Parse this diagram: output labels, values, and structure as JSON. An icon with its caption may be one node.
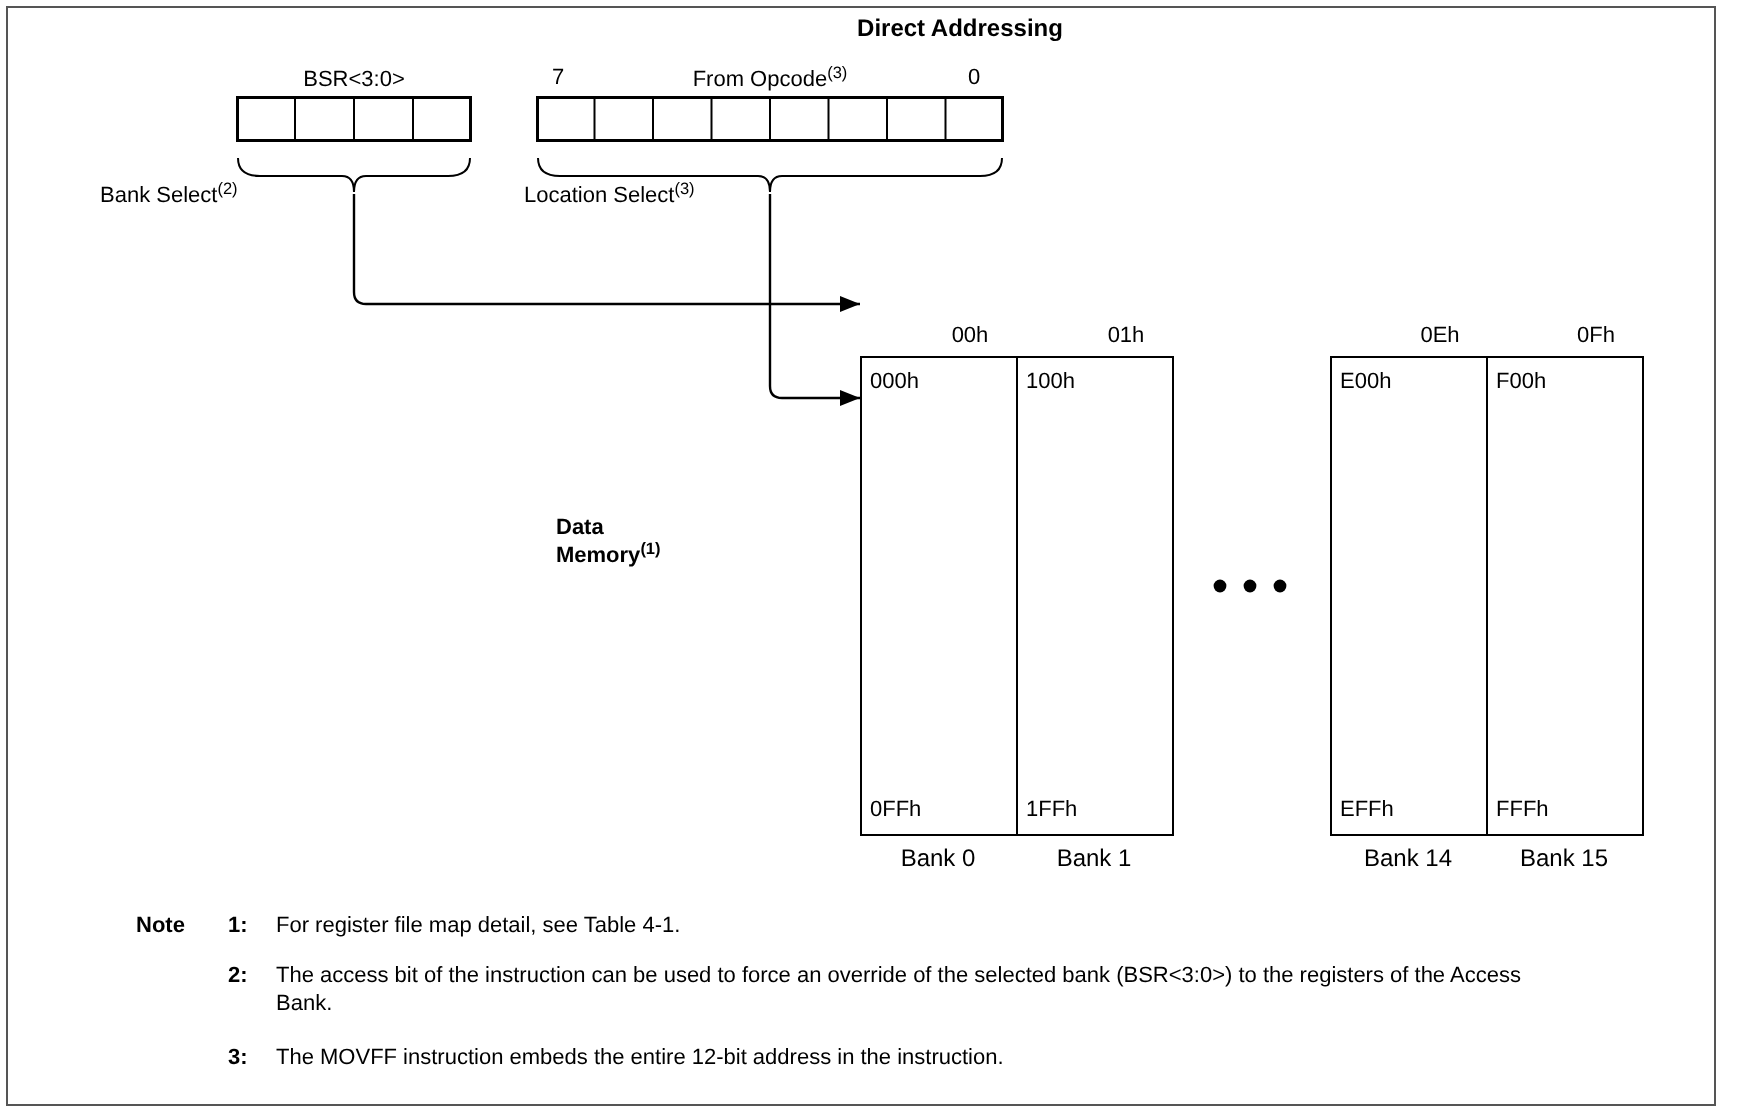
{
  "diagram": {
    "title": "Direct Addressing",
    "nodes": [
      {
        "text": [
          "BSR<3:0>"
        ],
        "beside": [
          "Bank Select$^{(2)}$"
        ]
      },
      {
        "text": [
          "From Opcode$^{(3)}$"
        ],
        "beside": [
          "Location Select$^{(3)}$"
        ]
      },
      {
        "text": [
          "000h",
          "0FFh"
        ],
        "beside": [
          "00h",
          "Bank 0"
        ]
      },
      {
        "text": [
          "100h",
          "1FFh"
        ],
        "beside": [
          "01h",
          "Bank 1"
        ]
      },
      {
        "text": [
          "E00h",
          "EFFh"
        ],
        "beside": [
          "0Eh",
          "Bank 14"
        ]
      },
      {
        "text": [
          "F00h",
          "FFFh"
        ],
        "beside": [
          "0Fh",
          "Bank 15"
        ]
      }
    ],
    "edges": [
      {
        "from": 0,
        "to": 2,
        "arrow": "to"
      },
      {
        "from": 1,
        "to": 2,
        "arrow": "to"
      }
    ],
    "labels": [
      "7",
      "0",
      "Data Memory$^{(1)}$",
      "Note",
      "1:",
      "For register file map detail, see Table 4-1.",
      "2:",
      "The access bit of the instruction can be used to force an override of the selected bank (BSR<3:0>) to the registers of the Access Bank.",
      "3:",
      "The MOVFF instruction embeds the entire 12-bit address in the instruction."
    ]
  }
}
